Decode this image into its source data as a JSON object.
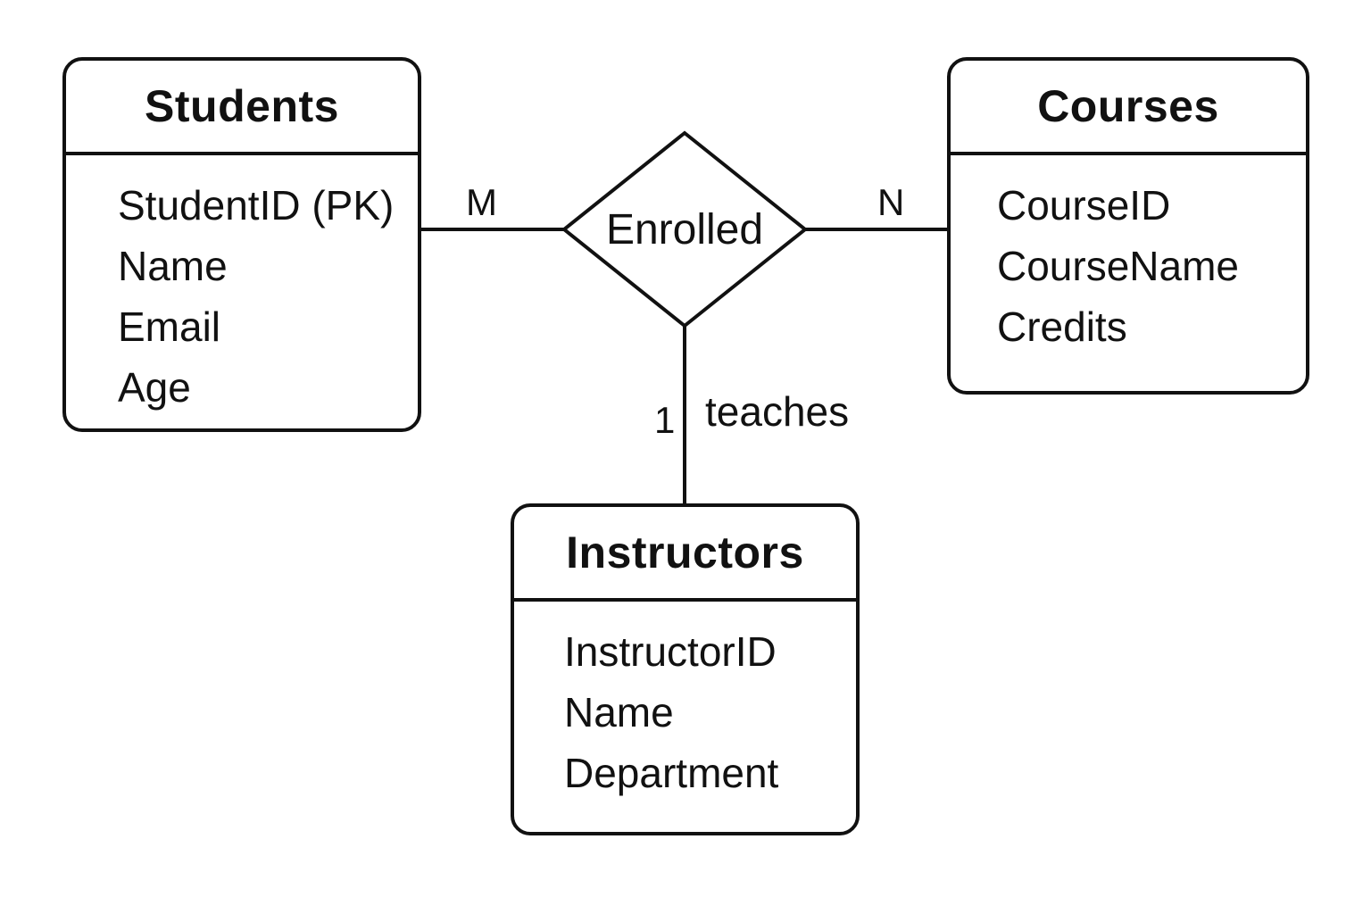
{
  "entities": {
    "students": {
      "title": "Students",
      "attributes": [
        "StudentID (PK)",
        "Name",
        "Email",
        "Age"
      ]
    },
    "courses": {
      "title": "Courses",
      "attributes": [
        "CourseID",
        "CourseName",
        "Credits"
      ]
    },
    "instructors": {
      "title": "Instructors",
      "attributes": [
        "InstructorID",
        "Name",
        "Department"
      ]
    }
  },
  "relationship": {
    "label": "Enrolled"
  },
  "cardinality": {
    "students_side": "M",
    "courses_side": "N",
    "instructors_side": "1"
  },
  "edge_labels": {
    "instructors_to_enrolled": "teaches"
  },
  "colors": {
    "line": "#111111",
    "background": "#ffffff"
  }
}
